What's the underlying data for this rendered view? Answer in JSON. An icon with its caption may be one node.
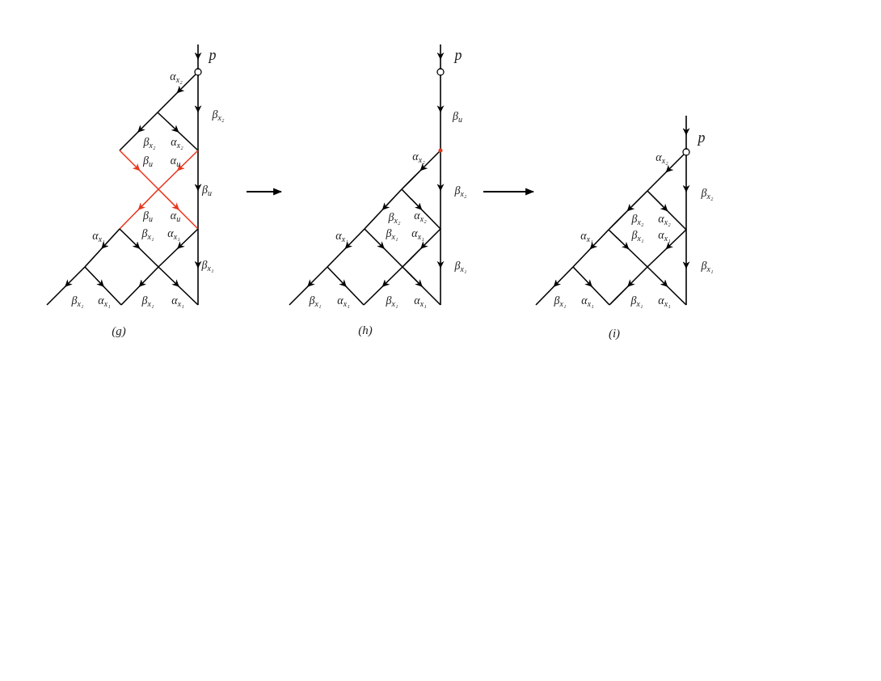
{
  "diagram": {
    "nodes": [
      {
        "text": [
          "p",
          "α$_{x₂}$",
          "β$_{x₂}$",
          "β$_{x₂}$",
          "α$_{x₂}$",
          "β$_{u}$",
          "α$_{u}$",
          "β$_{u}$",
          "β$_{u}$",
          "α$_{u}$",
          "α$_{x₁}$",
          "β$_{x₁}$",
          "α$_{x₁}$",
          "β$_{x₁}$",
          "β$_{x₁}$",
          "α$_{x₁}$",
          "β$_{x₁}$",
          "α$_{x₁}$",
          "(g)"
        ]
      },
      {
        "text": [
          "p",
          "β$_{u}$",
          "α$_{x₂}$",
          "β$_{x₂}$",
          "β$_{x₂}$",
          "α$_{x₂}$",
          "α$_{x₁}$",
          "β$_{x₁}$",
          "α$_{x₁}$",
          "β$_{x₁}$",
          "β$_{x₁}$",
          "α$_{x₁}$",
          "β$_{x₁}$",
          "α$_{x₁}$",
          "(h)"
        ]
      },
      {
        "text": [
          "p",
          "α$_{x₂}$",
          "β$_{x₂}$",
          "β$_{x₂}$",
          "α$_{x₂}$",
          "α$_{x₁}$",
          "β$_{x₁}$",
          "α$_{x₁}$",
          "β$_{x₁}$",
          "β$_{x₁}$",
          "α$_{x₁}$",
          "β$_{x₁}$",
          "α$_{x₁}$",
          "(i)"
        ]
      }
    ],
    "edges": [
      {
        "from": 0,
        "to": 1,
        "arrow": "to"
      },
      {
        "from": 1,
        "to": 2,
        "arrow": "to"
      }
    ]
  }
}
